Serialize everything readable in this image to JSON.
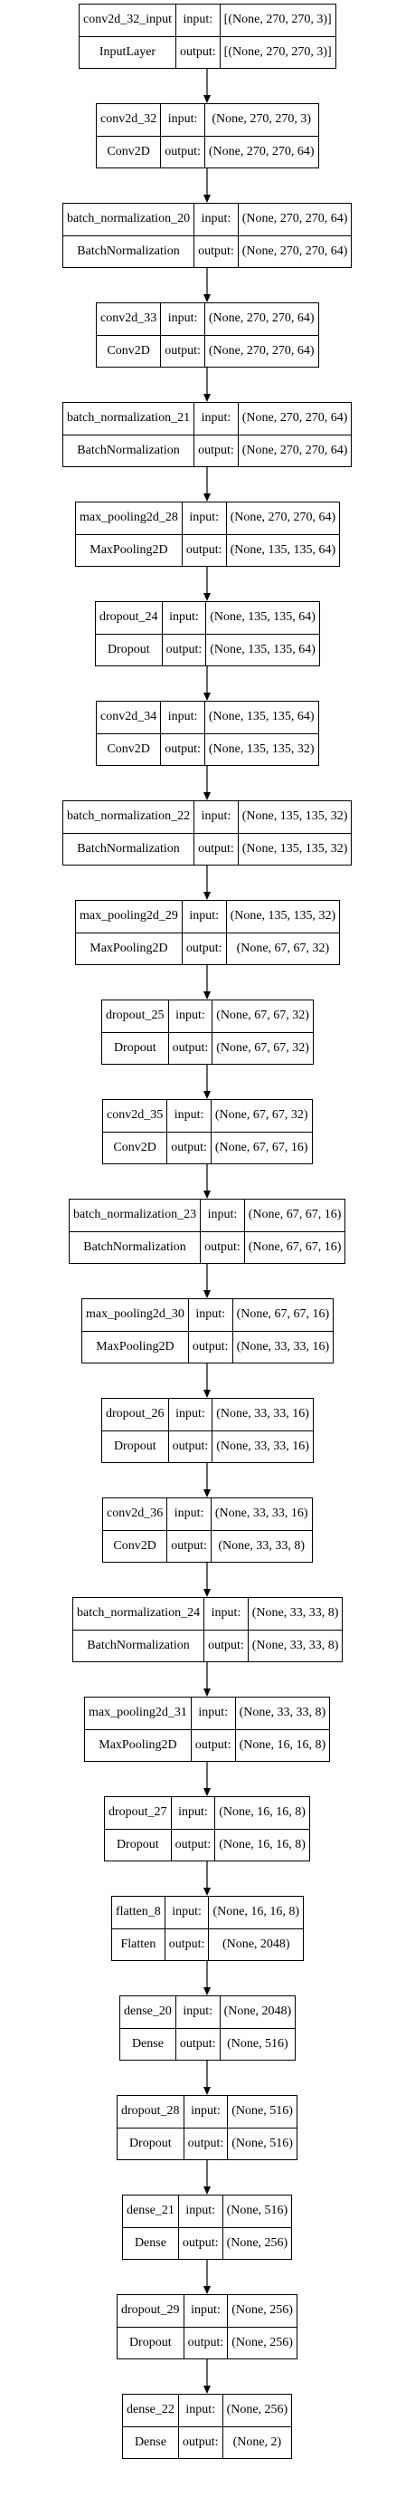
{
  "diagram": {
    "layers": [
      {
        "name": "conv2d_32_input",
        "type": "InputLayer",
        "input": "[(None, 270, 270, 3)]",
        "output": "[(None, 270, 270, 3)]"
      },
      {
        "name": "conv2d_32",
        "type": "Conv2D",
        "input": "(None, 270, 270, 3)",
        "output": "(None, 270, 270, 64)"
      },
      {
        "name": "batch_normalization_20",
        "type": "BatchNormalization",
        "input": "(None, 270, 270, 64)",
        "output": "(None, 270, 270, 64)"
      },
      {
        "name": "conv2d_33",
        "type": "Conv2D",
        "input": "(None, 270, 270, 64)",
        "output": "(None, 270, 270, 64)"
      },
      {
        "name": "batch_normalization_21",
        "type": "BatchNormalization",
        "input": "(None, 270, 270, 64)",
        "output": "(None, 270, 270, 64)"
      },
      {
        "name": "max_pooling2d_28",
        "type": "MaxPooling2D",
        "input": "(None, 270, 270, 64)",
        "output": "(None, 135, 135, 64)"
      },
      {
        "name": "dropout_24",
        "type": "Dropout",
        "input": "(None, 135, 135, 64)",
        "output": "(None, 135, 135, 64)"
      },
      {
        "name": "conv2d_34",
        "type": "Conv2D",
        "input": "(None, 135, 135, 64)",
        "output": "(None, 135, 135, 32)"
      },
      {
        "name": "batch_normalization_22",
        "type": "BatchNormalization",
        "input": "(None, 135, 135, 32)",
        "output": "(None, 135, 135, 32)"
      },
      {
        "name": "max_pooling2d_29",
        "type": "MaxPooling2D",
        "input": "(None, 135, 135, 32)",
        "output": "(None, 67, 67, 32)"
      },
      {
        "name": "dropout_25",
        "type": "Dropout",
        "input": "(None, 67, 67, 32)",
        "output": "(None, 67, 67, 32)"
      },
      {
        "name": "conv2d_35",
        "type": "Conv2D",
        "input": "(None, 67, 67, 32)",
        "output": "(None, 67, 67, 16)"
      },
      {
        "name": "batch_normalization_23",
        "type": "BatchNormalization",
        "input": "(None, 67, 67, 16)",
        "output": "(None, 67, 67, 16)"
      },
      {
        "name": "max_pooling2d_30",
        "type": "MaxPooling2D",
        "input": "(None, 67, 67, 16)",
        "output": "(None, 33, 33, 16)"
      },
      {
        "name": "dropout_26",
        "type": "Dropout",
        "input": "(None, 33, 33, 16)",
        "output": "(None, 33, 33, 16)"
      },
      {
        "name": "conv2d_36",
        "type": "Conv2D",
        "input": "(None, 33, 33, 16)",
        "output": "(None, 33, 33, 8)"
      },
      {
        "name": "batch_normalization_24",
        "type": "BatchNormalization",
        "input": "(None, 33, 33, 8)",
        "output": "(None, 33, 33, 8)"
      },
      {
        "name": "max_pooling2d_31",
        "type": "MaxPooling2D",
        "input": "(None, 33, 33, 8)",
        "output": "(None, 16, 16, 8)"
      },
      {
        "name": "dropout_27",
        "type": "Dropout",
        "input": "(None, 16, 16, 8)",
        "output": "(None, 16, 16, 8)"
      },
      {
        "name": "flatten_8",
        "type": "Flatten",
        "input": "(None, 16, 16, 8)",
        "output": "(None, 2048)"
      },
      {
        "name": "dense_20",
        "type": "Dense",
        "input": "(None, 2048)",
        "output": "(None, 516)"
      },
      {
        "name": "dropout_28",
        "type": "Dropout",
        "input": "(None, 516)",
        "output": "(None, 516)"
      },
      {
        "name": "dense_21",
        "type": "Dense",
        "input": "(None, 516)",
        "output": "(None, 256)"
      },
      {
        "name": "dropout_29",
        "type": "Dropout",
        "input": "(None, 256)",
        "output": "(None, 256)"
      },
      {
        "name": "dense_22",
        "type": "Dense",
        "input": "(None, 256)",
        "output": "(None, 2)"
      }
    ],
    "labels": {
      "input": "input:",
      "output": "output:"
    }
  }
}
